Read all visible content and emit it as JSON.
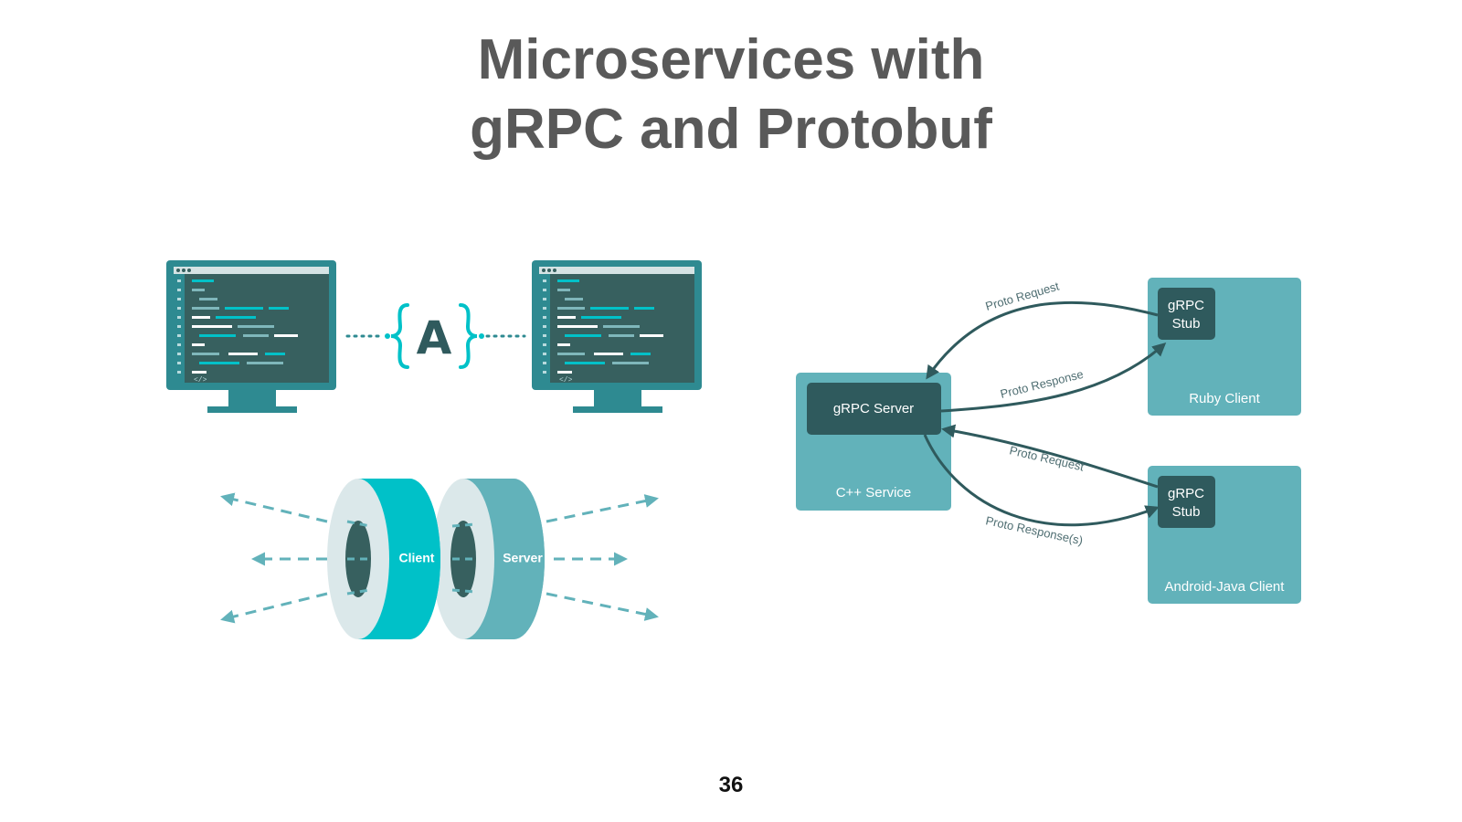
{
  "slide": {
    "title_line1": "Microservices with",
    "title_line2": "gRPC and Protobuf",
    "page_number": "36"
  },
  "left_illustration": {
    "api_symbol": "A",
    "code_tag_glyph": "</>",
    "client_label": "Client",
    "server_label": "Server"
  },
  "right_diagram": {
    "server_box": {
      "server_label": "gRPC Server",
      "service_label": "C++ Service"
    },
    "ruby_box": {
      "stub_line1": "gRPC",
      "stub_line2": "Stub",
      "client_label": "Ruby Client"
    },
    "android_box": {
      "stub_line1": "gRPC",
      "stub_line2": "Stub",
      "client_label": "Android-Java Client"
    },
    "arrows": {
      "ruby_request": "Proto Request",
      "ruby_response": "Proto Response",
      "android_request": "Proto Request",
      "android_response": "Proto Response(s)"
    }
  },
  "colors": {
    "title": "#595959",
    "teal_box": "#62b2ba",
    "dark_box": "#2f5a5d",
    "cyan_accent": "#00c1c8",
    "ring_light": "#dbe8ea",
    "ring_hole": "#37605f",
    "monitor_frame": "#2e8a91",
    "monitor_screen": "#37605f",
    "arrow": "#2f5a5d"
  }
}
